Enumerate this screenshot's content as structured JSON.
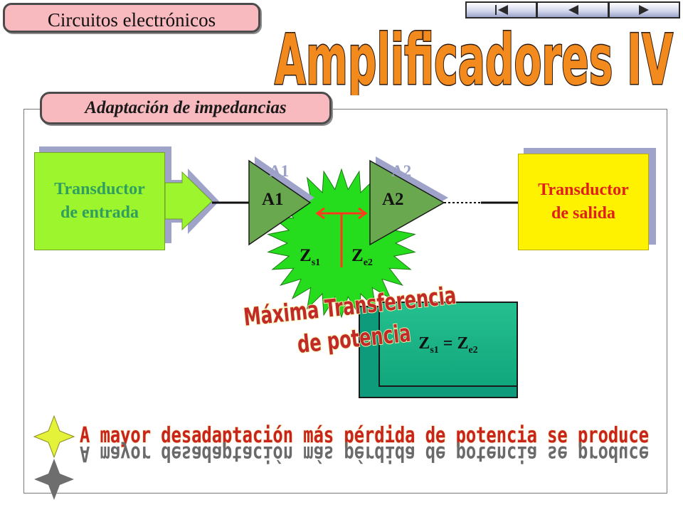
{
  "header": {
    "course_title": "Circuitos electrónicos",
    "slide_title": "Amplificadores IV",
    "section_title": "Adaptación de impedancias"
  },
  "nav": {
    "buttons": [
      {
        "icon": "first-icon"
      },
      {
        "icon": "previous-icon"
      },
      {
        "icon": "next-icon"
      }
    ]
  },
  "diagram": {
    "input_transducer": {
      "line1": "Transductor",
      "line2": "de entrada"
    },
    "output_transducer": {
      "line1": "Transductor",
      "line2": "de salida"
    },
    "amplifier1": "A1",
    "amplifier2": "A2",
    "impedance_out": {
      "main": "Z",
      "sub": "s1"
    },
    "impedance_in": {
      "main": "Z",
      "sub": "e2"
    },
    "callout": {
      "line1": "Máxima Transferencia",
      "line2": "de potencia"
    },
    "equation": {
      "left_main": "Z",
      "left_sub": "s1",
      "op": " = ",
      "right_main": "Z",
      "right_sub": "e2"
    }
  },
  "footer": {
    "statement": "A mayor desadaptación más pérdida de potencia se produce"
  },
  "colors": {
    "title_pink": "#f8b9bf",
    "input_green": "#9cf52d",
    "output_yellow": "#fff200",
    "burst_green": "#25dd1c",
    "equation_teal": "#11a77d",
    "callout_red": "#c22a2a",
    "accent_red": "#ff3a1c"
  }
}
